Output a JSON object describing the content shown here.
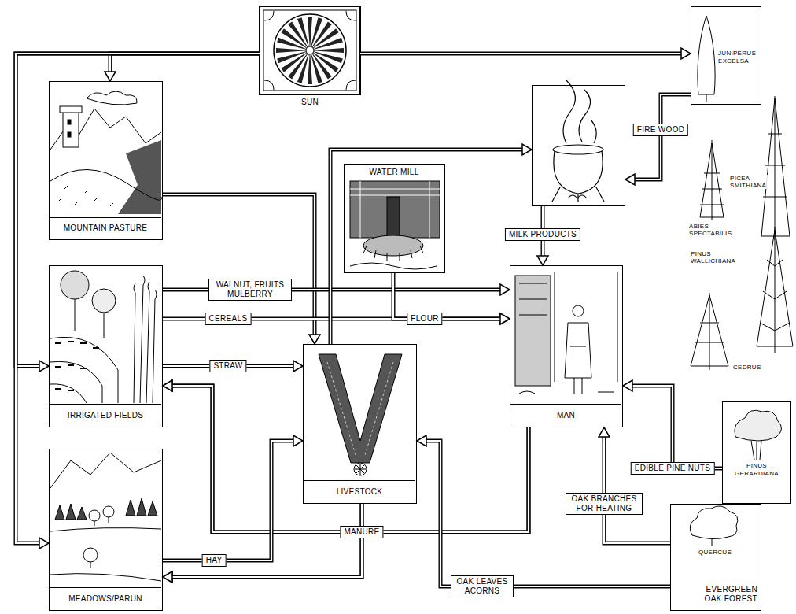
{
  "diagram": {
    "nodes": [
      {
        "text": [
          "SUN"
        ]
      },
      {
        "text": [
          "MOUNTAIN PASTURE"
        ]
      },
      {
        "text": [
          "IRRIGATED FIELDS"
        ]
      },
      {
        "text": [
          "MEADOWS/PARUN"
        ]
      },
      {
        "text": [
          "WATER MILL"
        ]
      },
      {
        "text": [
          "LIVESTOCK"
        ]
      },
      {
        "text": [
          "MAN"
        ]
      },
      {
        "text": []
      },
      {
        "text": [
          "JUNIPERUS EXCELSA"
        ]
      },
      {
        "text": [
          "PINUS GERARDIANA"
        ]
      },
      {
        "text": [
          "QUERCUS",
          "EVERGREEN OAK FOREST"
        ]
      }
    ],
    "edges": [
      {
        "from": 0,
        "to": 1,
        "arrow": "to"
      },
      {
        "from": 0,
        "to": 2,
        "arrow": "to"
      },
      {
        "from": 0,
        "to": 3,
        "arrow": "to"
      },
      {
        "from": 0,
        "to": 8,
        "arrow": "to"
      },
      {
        "from": 1,
        "to": 5,
        "arrow": "to"
      },
      {
        "from": 2,
        "to": 6,
        "label": "WALNUT, FRUITS MULBERRY",
        "arrow": "to"
      },
      {
        "from": 2,
        "to": 6,
        "label": "CEREALS",
        "arrow": "to"
      },
      {
        "from": 4,
        "to": 6,
        "label": "FLOUR",
        "arrow": "to"
      },
      {
        "from": 2,
        "to": 5,
        "label": "STRAW",
        "arrow": "to"
      },
      {
        "from": 5,
        "to": 2,
        "label": "MANURE",
        "arrow": "to"
      },
      {
        "from": 5,
        "to": 3,
        "arrow": "to"
      },
      {
        "from": 6,
        "to": 2,
        "arrow": "to"
      },
      {
        "from": 6,
        "to": 3,
        "arrow": "to"
      },
      {
        "from": 3,
        "to": 5,
        "label": "HAY",
        "arrow": "to"
      },
      {
        "from": 10,
        "to": 5,
        "label": "OAK LEAVES ACORNS",
        "arrow": "to"
      },
      {
        "from": 10,
        "to": 6,
        "label": "OAK BRANCHES FOR HEATING",
        "arrow": "to"
      },
      {
        "from": 9,
        "to": 6,
        "label": "EDIBLE PINE NUTS",
        "arrow": "to"
      },
      {
        "from": 8,
        "to": 7,
        "label": "FIRE WOOD",
        "arrow": "to"
      },
      {
        "from": 5,
        "to": 7,
        "arrow": "to"
      },
      {
        "from": 7,
        "to": 6,
        "label": "MILK PRODUCTS",
        "arrow": "to"
      }
    ],
    "labels": [
      "PICEA SMITHIANA",
      "ABIES SPECTABILIS",
      "PINUS WALLICHIANA",
      "CEDRUS"
    ]
  }
}
